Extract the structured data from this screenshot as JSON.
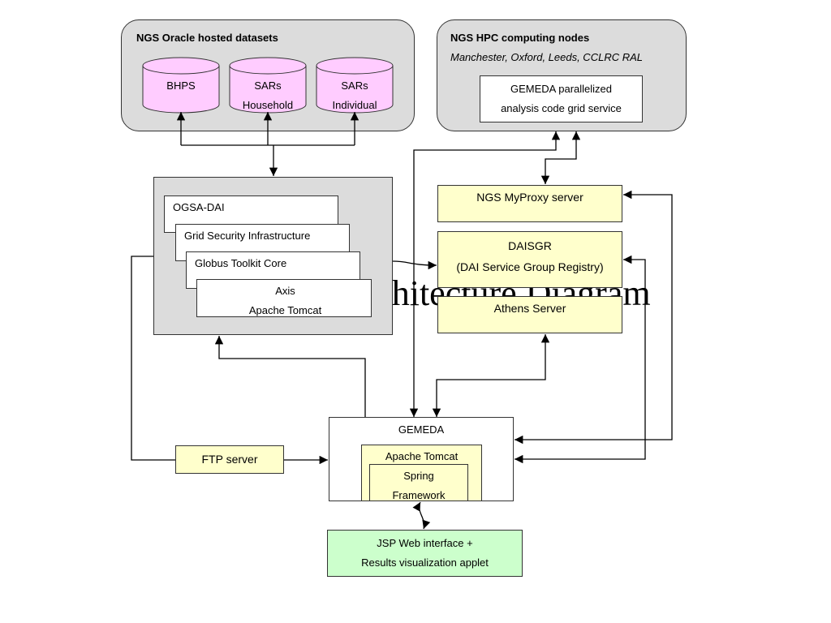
{
  "title": "GEMEDA Architecture Diagram",
  "oracle": {
    "title": "NGS Oracle hosted datasets",
    "datasets": [
      "BHPS",
      "SARs\nHousehold",
      "SARs\nIndividual"
    ]
  },
  "hpc": {
    "title": "NGS HPC computing nodes",
    "sites": "Manchester, Oxford, Leeds, CCLRC RAL",
    "service": "GEMEDA  parallelized\nanalysis code grid service"
  },
  "middleware": {
    "layers": [
      "OGSA-DAI",
      "Grid Security Infrastructure",
      "Globus Toolkit Core",
      "Axis\nApache Tomcat"
    ]
  },
  "services": {
    "myproxy": "NGS MyProxy server",
    "daisgr": "DAISGR\n(DAI Service Group Registry)",
    "athens": "Athens Server"
  },
  "ftp": "FTP server",
  "gemeda": {
    "title": "GEMEDA",
    "tomcat": "Apache Tomcat",
    "spring": "Spring\nFramework"
  },
  "jsp": "JSP Web interface +\nResults visualization applet"
}
